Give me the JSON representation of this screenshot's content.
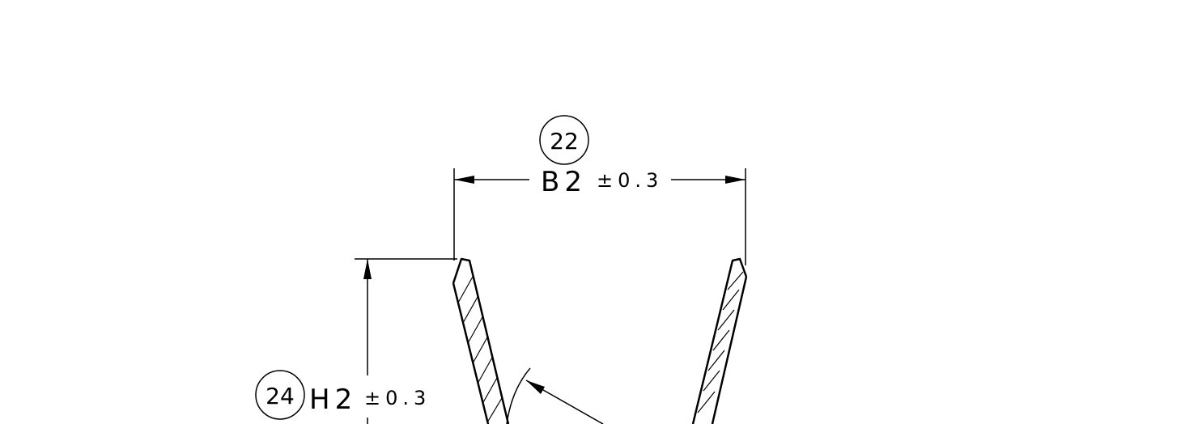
{
  "dimensions": {
    "width": {
      "balloon": "22",
      "label": "B2",
      "tolerance": "±0.3"
    },
    "height": {
      "balloon": "24",
      "label": "H2",
      "tolerance": "±0.3"
    }
  },
  "colors": {
    "line": "#000000",
    "background": "#ffffff"
  }
}
